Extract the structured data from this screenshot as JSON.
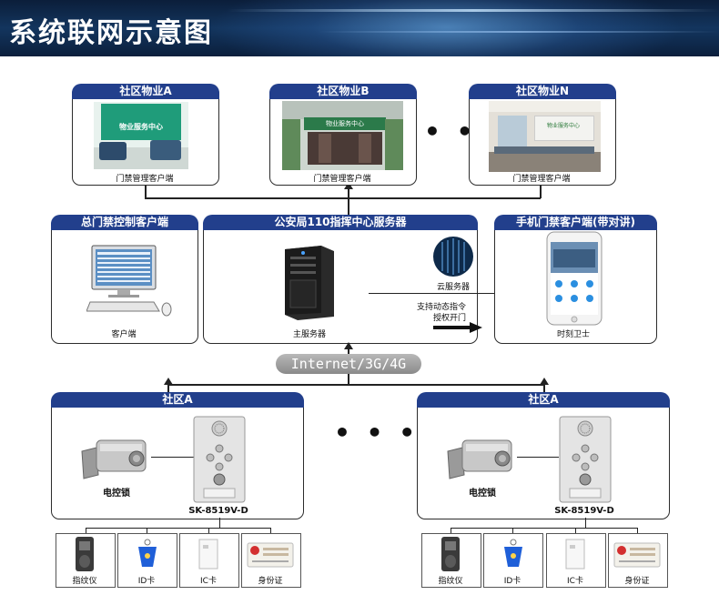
{
  "title": "系统联网示意图",
  "properties": [
    {
      "tab": "社区物业A",
      "caption": "门禁管理客户端",
      "sign": "物业服务中心"
    },
    {
      "tab": "社区物业B",
      "caption": "门禁管理客户端",
      "sign": "物业服务中心"
    },
    {
      "tab": "社区物业N",
      "caption": "门禁管理客户端",
      "sign": "物业服务中心"
    }
  ],
  "middle": {
    "client": {
      "tab": "总门禁控制客户端",
      "caption": "客户端"
    },
    "server": {
      "tab": "公安局110指挥中心服务器",
      "caption": "主服务器"
    },
    "mobile": {
      "tab": "手机门禁客户端(带对讲)",
      "caption": "时刻卫士"
    },
    "cloud_label": "云服务器",
    "command_line1": "支持动态指令",
    "command_line2": "授权开门"
  },
  "network_label": "Internet/3G/4G",
  "communities": [
    {
      "tab": "社区A",
      "lock_label": "电控锁",
      "panel_label": "SK-8519V-D",
      "devices": [
        "指纹仪",
        "ID卡",
        "IC卡",
        "身份证"
      ]
    },
    {
      "tab": "社区A",
      "lock_label": "电控锁",
      "panel_label": "SK-8519V-D",
      "devices": [
        "指纹仪",
        "ID卡",
        "IC卡",
        "身份证"
      ]
    }
  ],
  "colors": {
    "tab": "#223f8c",
    "header": "#0d2444"
  }
}
